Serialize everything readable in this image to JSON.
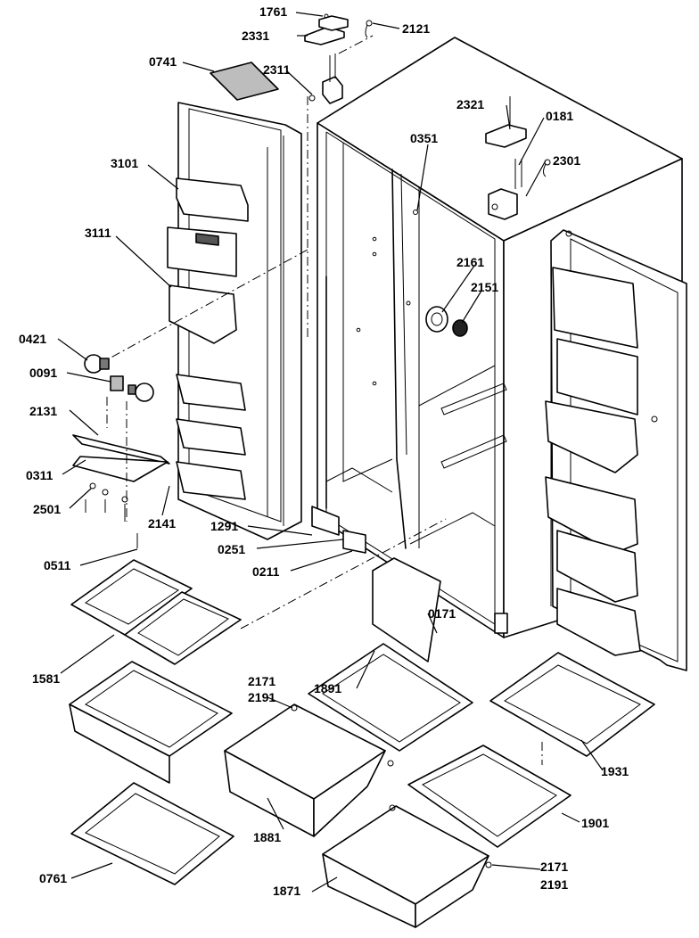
{
  "diagram": {
    "parts": [
      {
        "id": "p1761",
        "label": "1761"
      },
      {
        "id": "p2331",
        "label": "2331"
      },
      {
        "id": "p2121",
        "label": "2121"
      },
      {
        "id": "p0741",
        "label": "0741"
      },
      {
        "id": "p2311",
        "label": "2311"
      },
      {
        "id": "p2321",
        "label": "2321"
      },
      {
        "id": "p0181",
        "label": "0181"
      },
      {
        "id": "p0351",
        "label": "0351"
      },
      {
        "id": "p2301",
        "label": "2301"
      },
      {
        "id": "p3101",
        "label": "3101"
      },
      {
        "id": "p3111",
        "label": "3111"
      },
      {
        "id": "p2161",
        "label": "2161"
      },
      {
        "id": "p2151",
        "label": "2151"
      },
      {
        "id": "p0421",
        "label": "0421"
      },
      {
        "id": "p0091",
        "label": "0091"
      },
      {
        "id": "p2131",
        "label": "2131"
      },
      {
        "id": "p0311",
        "label": "0311"
      },
      {
        "id": "p2501",
        "label": "2501"
      },
      {
        "id": "p2141",
        "label": "2141"
      },
      {
        "id": "p1291",
        "label": "1291"
      },
      {
        "id": "p0251",
        "label": "0251"
      },
      {
        "id": "p0211",
        "label": "0211"
      },
      {
        "id": "p0511",
        "label": "0511"
      },
      {
        "id": "p0171",
        "label": "0171"
      },
      {
        "id": "p1581",
        "label": "1581"
      },
      {
        "id": "p1891",
        "label": "1891"
      },
      {
        "id": "p2171a",
        "label": "2171"
      },
      {
        "id": "p2191a",
        "label": "2191"
      },
      {
        "id": "p1931",
        "label": "1931"
      },
      {
        "id": "p1881",
        "label": "1881"
      },
      {
        "id": "p1901",
        "label": "1901"
      },
      {
        "id": "p0761",
        "label": "0761"
      },
      {
        "id": "p1871",
        "label": "1871"
      },
      {
        "id": "p2171b",
        "label": "2171"
      },
      {
        "id": "p2191b",
        "label": "2191"
      }
    ]
  }
}
